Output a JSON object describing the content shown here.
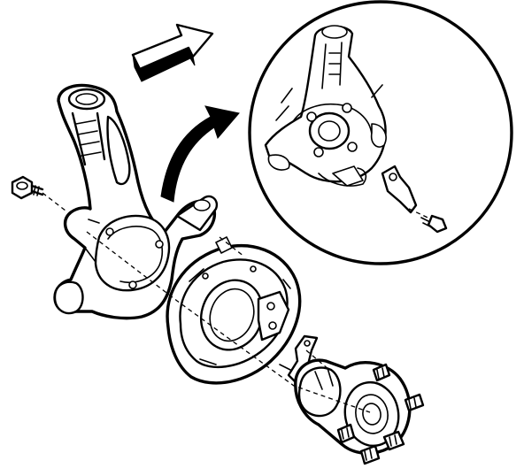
{
  "figure": {
    "kind": "exploded-view line drawing",
    "caption": "",
    "labels": []
  },
  "colors": {
    "ink": "#000000",
    "paper": "#ffffff"
  },
  "parts": [
    {
      "name": "steering-knuckle"
    },
    {
      "name": "knuckle-bolt"
    },
    {
      "name": "brake-backing-plate"
    },
    {
      "name": "abs-sensor-bracket"
    },
    {
      "name": "wheel-hub-bearing"
    },
    {
      "name": "wheel-studs"
    },
    {
      "name": "detail-inset-circle"
    },
    {
      "name": "direction-arrow"
    },
    {
      "name": "curved-pointer-arrow"
    }
  ]
}
